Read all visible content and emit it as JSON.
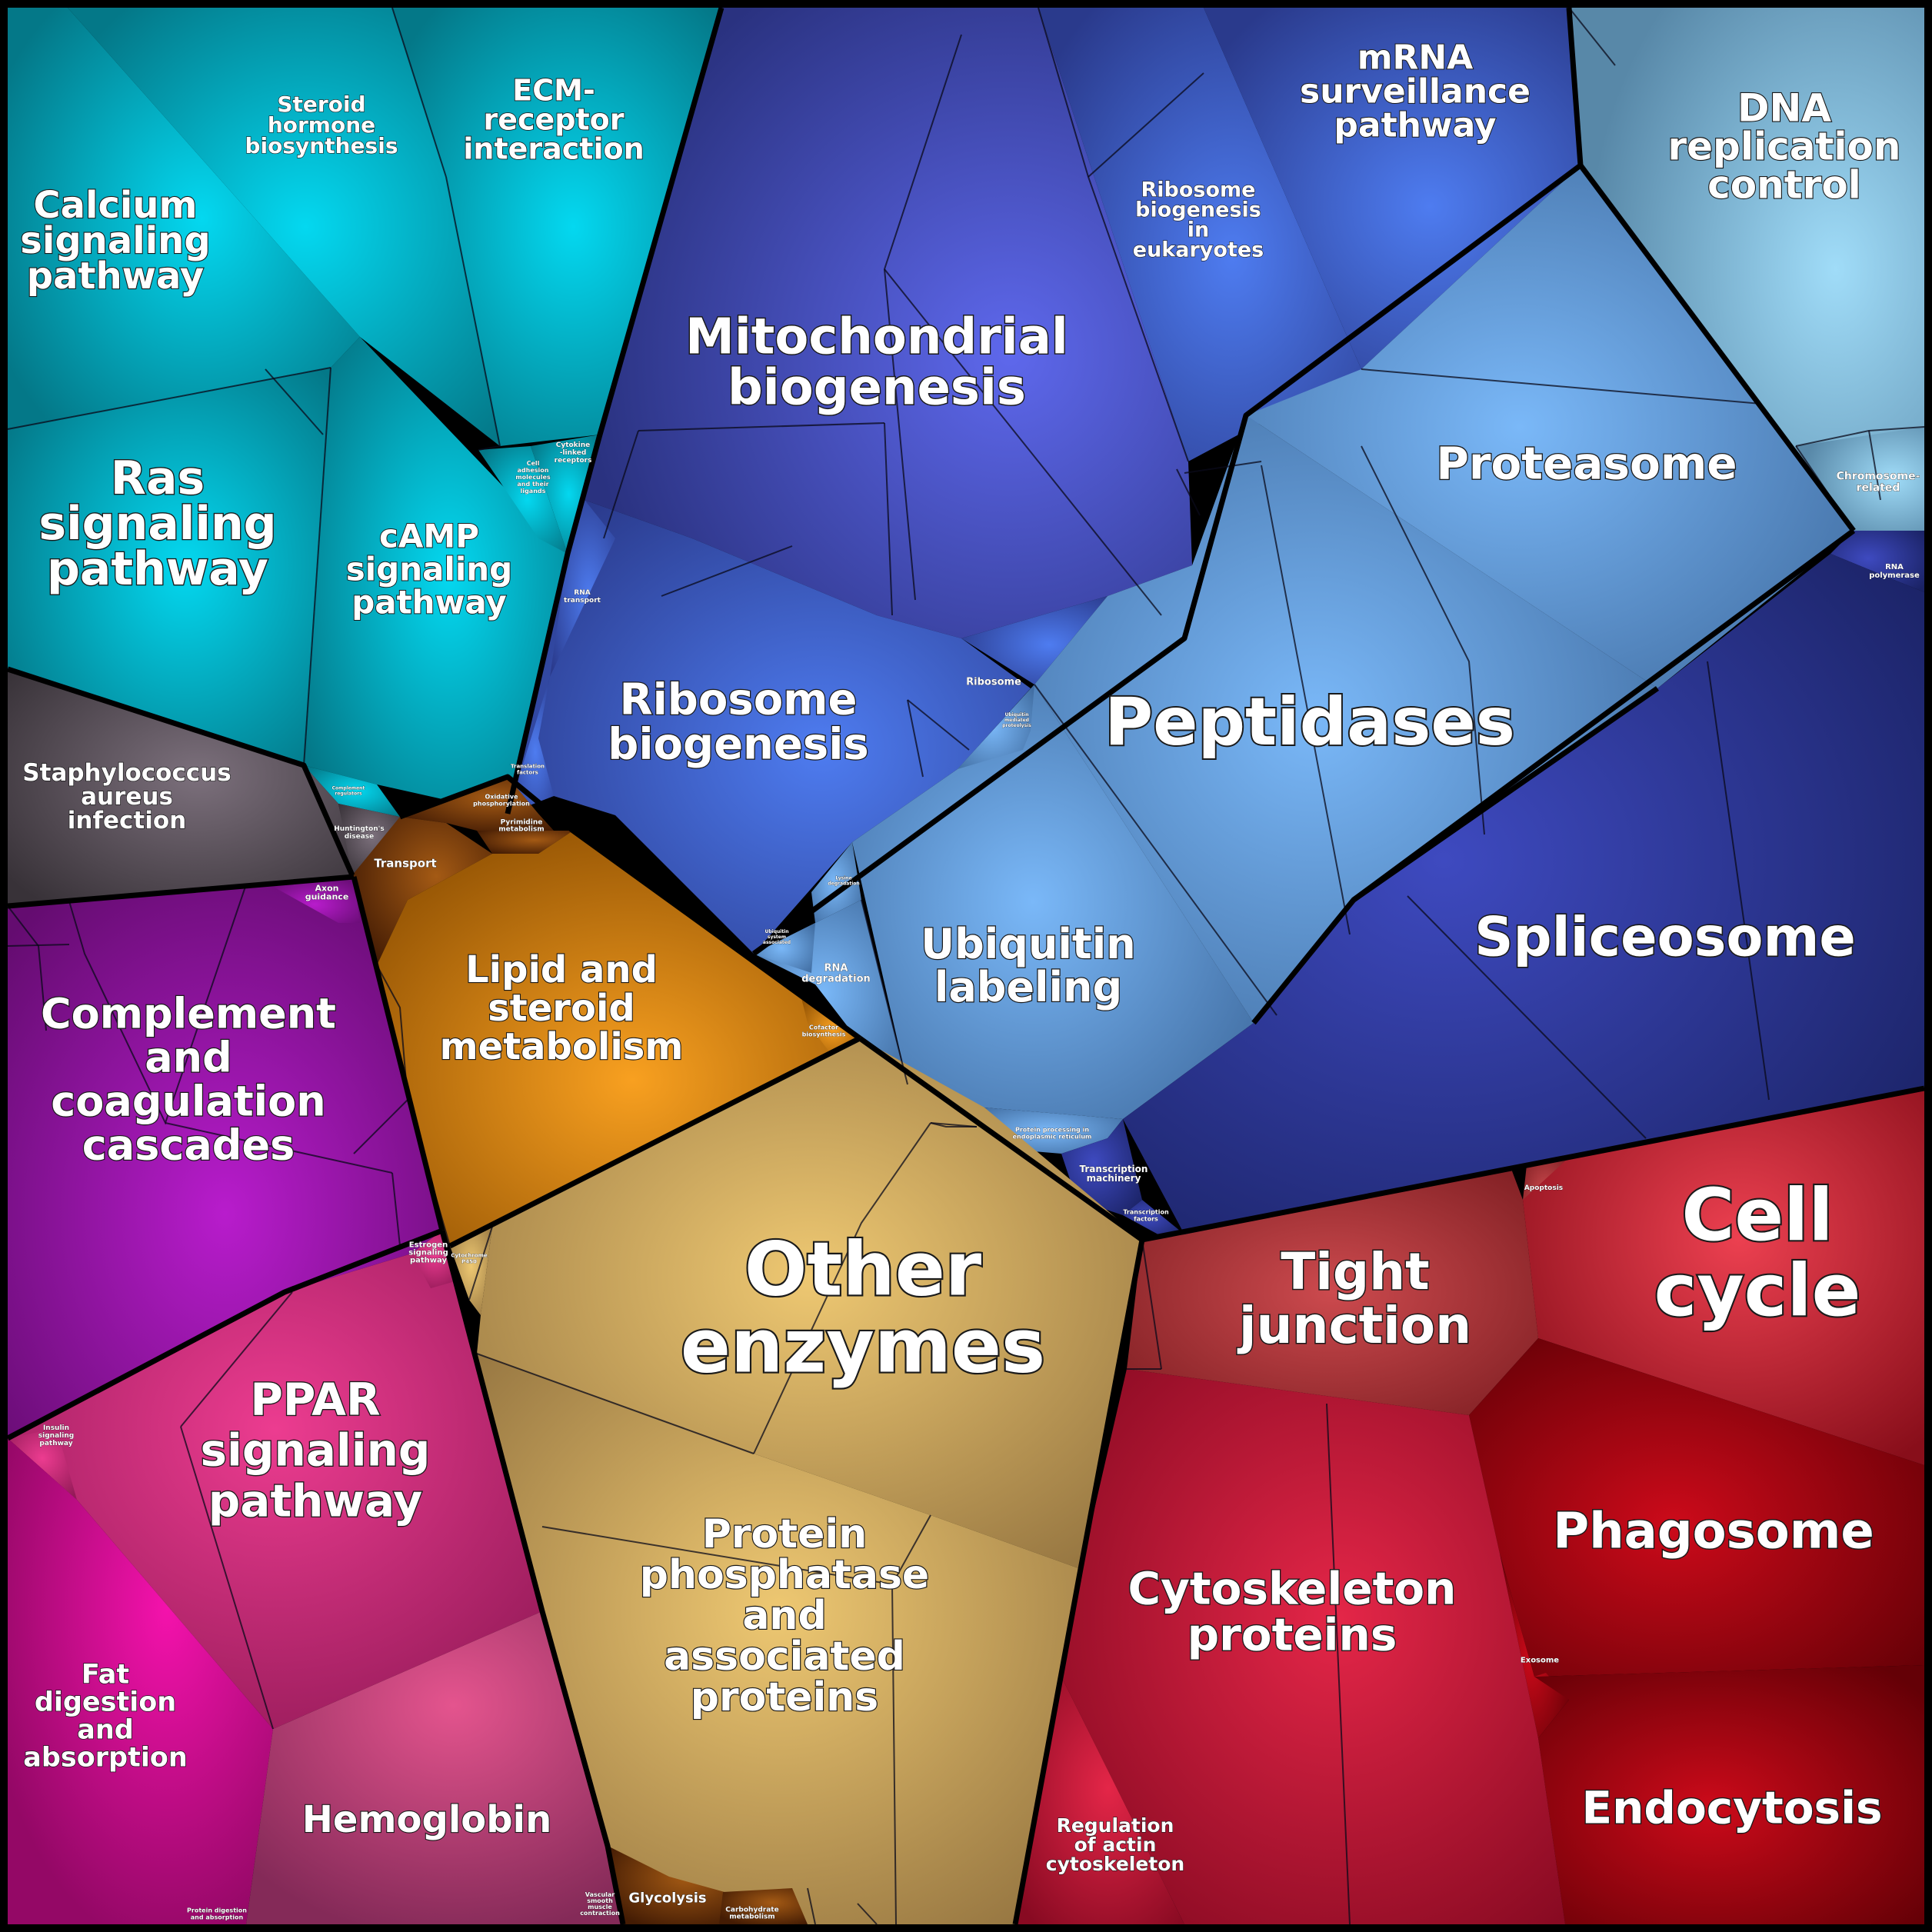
{
  "diagram": {
    "type": "voronoi-treemap",
    "labels": {
      "calcium": "Calcium\nsignaling\npathway",
      "steroid_hormone": "Steroid\nhormone\nbiosynthesis",
      "ecm": "ECM-\nreceptor\ninteraction",
      "ras": "Ras\nsignaling\npathway",
      "camp": "cAMP\nsignaling\npathway",
      "cell_adhesion": "Cell\nadhesion\nmolecules\nand their\nligands",
      "cytokine": "Cytokine\n-linked\nreceptors",
      "staph": "Staphylococcus\naureus\ninfection",
      "huntington": "Huntington's\ndisease",
      "complement_small": "Complement\nregulators",
      "axon": "Axon\nguidance",
      "complement": "Complement\nand\ncoagulation\ncascades",
      "ppar": "PPAR\nsignaling\npathway",
      "estrogen": "Estrogen\nsignaling\npathway",
      "insulin": "Insulin\nsignaling\npathway",
      "fat": "Fat\ndigestion\nand\nabsorption",
      "hemoglobin": "Hemoglobin",
      "protein_digestion": "Protein digestion\nand absorption",
      "vascular": "Vascular\nsmooth\nmuscle\ncontraction",
      "mito": "Mitochondrial\nbiogenesis",
      "ribo_euk": "Ribosome\nbiogenesis\nin\neukaryotes",
      "mrna": "mRNA\nsurveillance\npathway",
      "dna_rep": "DNA\nreplication\ncontrol",
      "proteasome": "Proteasome",
      "chromosome": "Chromosome-\nrelated",
      "rna_pol": "RNA\npolymerase",
      "peptidases": "Peptidases",
      "ribo_bio": "Ribosome\nbiogenesis",
      "ribosome": "Ribosome",
      "rna_transport": "RNA\ntransport",
      "translation_factors": "Translation\nfactors",
      "ubiquitin": "Ubiquitin\nlabeling",
      "ubiq_prot": "Ubiquitin\nmediated\nproteolysis",
      "splice": "Spliceosome",
      "lysine": "Lysine\ndegradation",
      "rna_deg": "RNA\ndegradation",
      "ubiquitin_system": "Ubiquitin\nsystem\nassociated",
      "protein_er": "Protein processing in\nendoplasmic reticulum",
      "trans_mach": "Transcription\nmachinery",
      "trans_fact": "Transcription\nfactors",
      "oxphos": "Oxidative\nphosphorylation",
      "pyrimidine": "Pyrimidine\nmetabolism",
      "transport": "Transport",
      "lipid": "Lipid and\nsteroid\nmetabolism",
      "cofactor": "Cofactor\nbiosynthesis",
      "cyt_p450": "Cytochrome\nP450",
      "other": "Other\nenzymes",
      "prot_phos": "Protein\nphosphatase\nand\nassociated\nproteins",
      "glycolysis": "Glycolysis",
      "carb": "Carbohydrate\nmetabolism",
      "apoptosis": "Apoptosis",
      "tight": "Tight\njunction",
      "cellcycle": "Cell\ncycle",
      "phagosome": "Phagosome",
      "cytoskel": "Cytoskeleton\nproteins",
      "reg_actin": "Regulation\nof actin\ncytoskeleton",
      "exosome": "Exosome",
      "endocytosis": "Endocytosis"
    },
    "colors": {
      "teal_light": "#04d4ec",
      "teal_dark": "#047c8c",
      "gray_light": "#7a6e7a",
      "gray_dark": "#3e383e",
      "purple_light": "#b41ec8",
      "purple_dark": "#6c0e78",
      "pink_light": "#e8388c",
      "pink_dark": "#9c1c5c",
      "magenta_light": "#f010a8",
      "magenta_dark": "#9c0868",
      "rose_light": "#e0528c",
      "rose_dark": "#8c2c5c",
      "indigo_light": "#5c64e8",
      "indigo_dark": "#2c3484",
      "royal_light": "#4c78ec",
      "royal_dark": "#2c3c90",
      "sky_light": "#94d4f4",
      "sky_dark": "#5c8cac",
      "steel_light": "#6cb0f4",
      "steel_dark": "#4470a4",
      "navy_light": "#3c48b8",
      "navy_dark": "#1c2468",
      "orange_light": "#f49c20",
      "orange_dark": "#9c5c08",
      "brown_light": "#a85c14",
      "brown_dark": "#4c2004",
      "tan_light": "#eac470",
      "tan_dark": "#9c7c44",
      "red_light": "#e83c4c",
      "red_dark": "#8c101c",
      "crimson_light": "#e02444",
      "crimson_dark": "#8c0c24",
      "darkred_light": "#c80818",
      "darkred_dark": "#6c0008",
      "brick_light": "#c84448",
      "brick_dark": "#842024"
    }
  }
}
